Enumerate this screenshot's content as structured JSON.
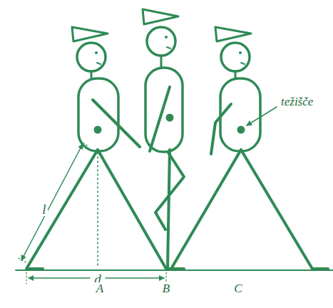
{
  "diagram": {
    "labels": [
      "težišče",
      "l",
      "d",
      "A",
      "B",
      "C"
    ]
  }
}
